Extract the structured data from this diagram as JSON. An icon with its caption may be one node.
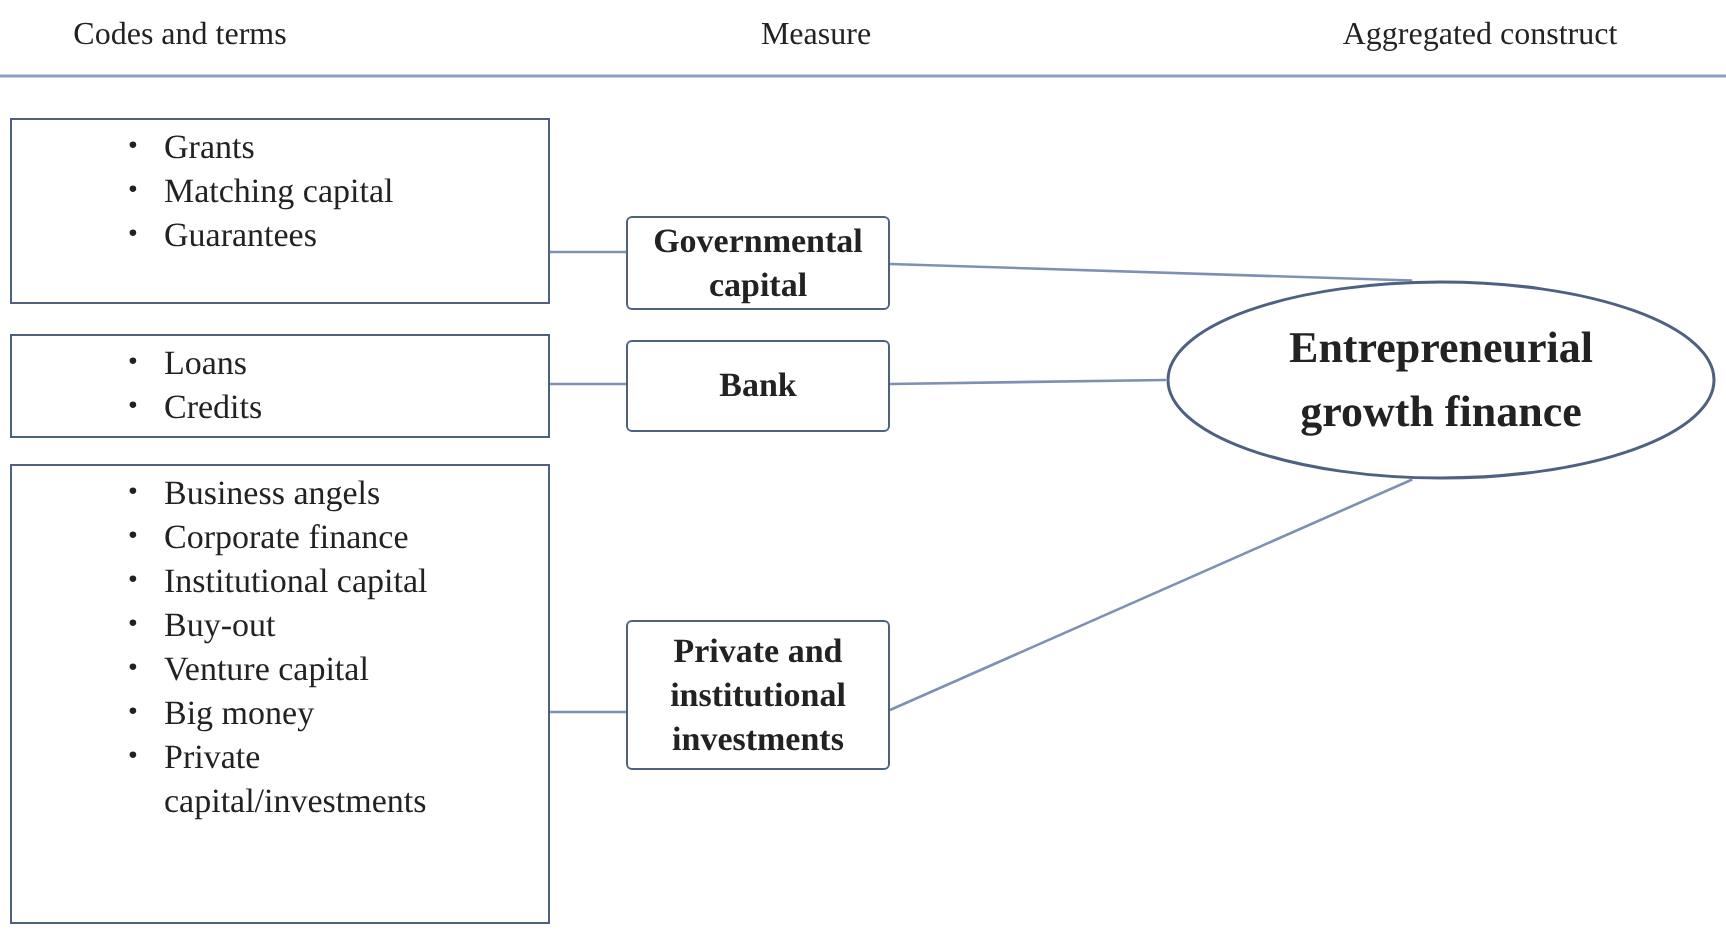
{
  "diagram": {
    "nodes": [
      {
        "text": [
          "Grants",
          "Matching capital",
          "Guarantees"
        ]
      },
      {
        "text": [
          "Governmental capital"
        ]
      },
      {
        "text": [
          "Loans",
          "Credits"
        ]
      },
      {
        "text": [
          "Bank"
        ]
      },
      {
        "text": [
          "Entrepreneurial growth finance"
        ]
      },
      {
        "text": [
          "Business angels",
          "Corporate finance",
          "Institutional capital",
          "Buy-out",
          "Venture capital",
          "Big money",
          "Private capital/investments"
        ]
      },
      {
        "text": [
          "Private and institutional investments"
        ]
      }
    ],
    "edges": [
      {
        "from": 0,
        "to": 1,
        "arrow": "none"
      },
      {
        "from": 2,
        "to": 3,
        "arrow": "none"
      },
      {
        "from": 5,
        "to": 6,
        "arrow": "none"
      },
      {
        "from": 1,
        "to": 4,
        "arrow": "none"
      },
      {
        "from": 3,
        "to": 4,
        "arrow": "none"
      },
      {
        "from": 6,
        "to": 4,
        "arrow": "none"
      }
    ],
    "labels": [
      "Codes and terms",
      "Measure",
      "Aggregated construct",
      "•",
      "•",
      "•",
      "•",
      "•",
      "•",
      "•",
      "•",
      "•",
      "•",
      "•",
      "•"
    ]
  }
}
